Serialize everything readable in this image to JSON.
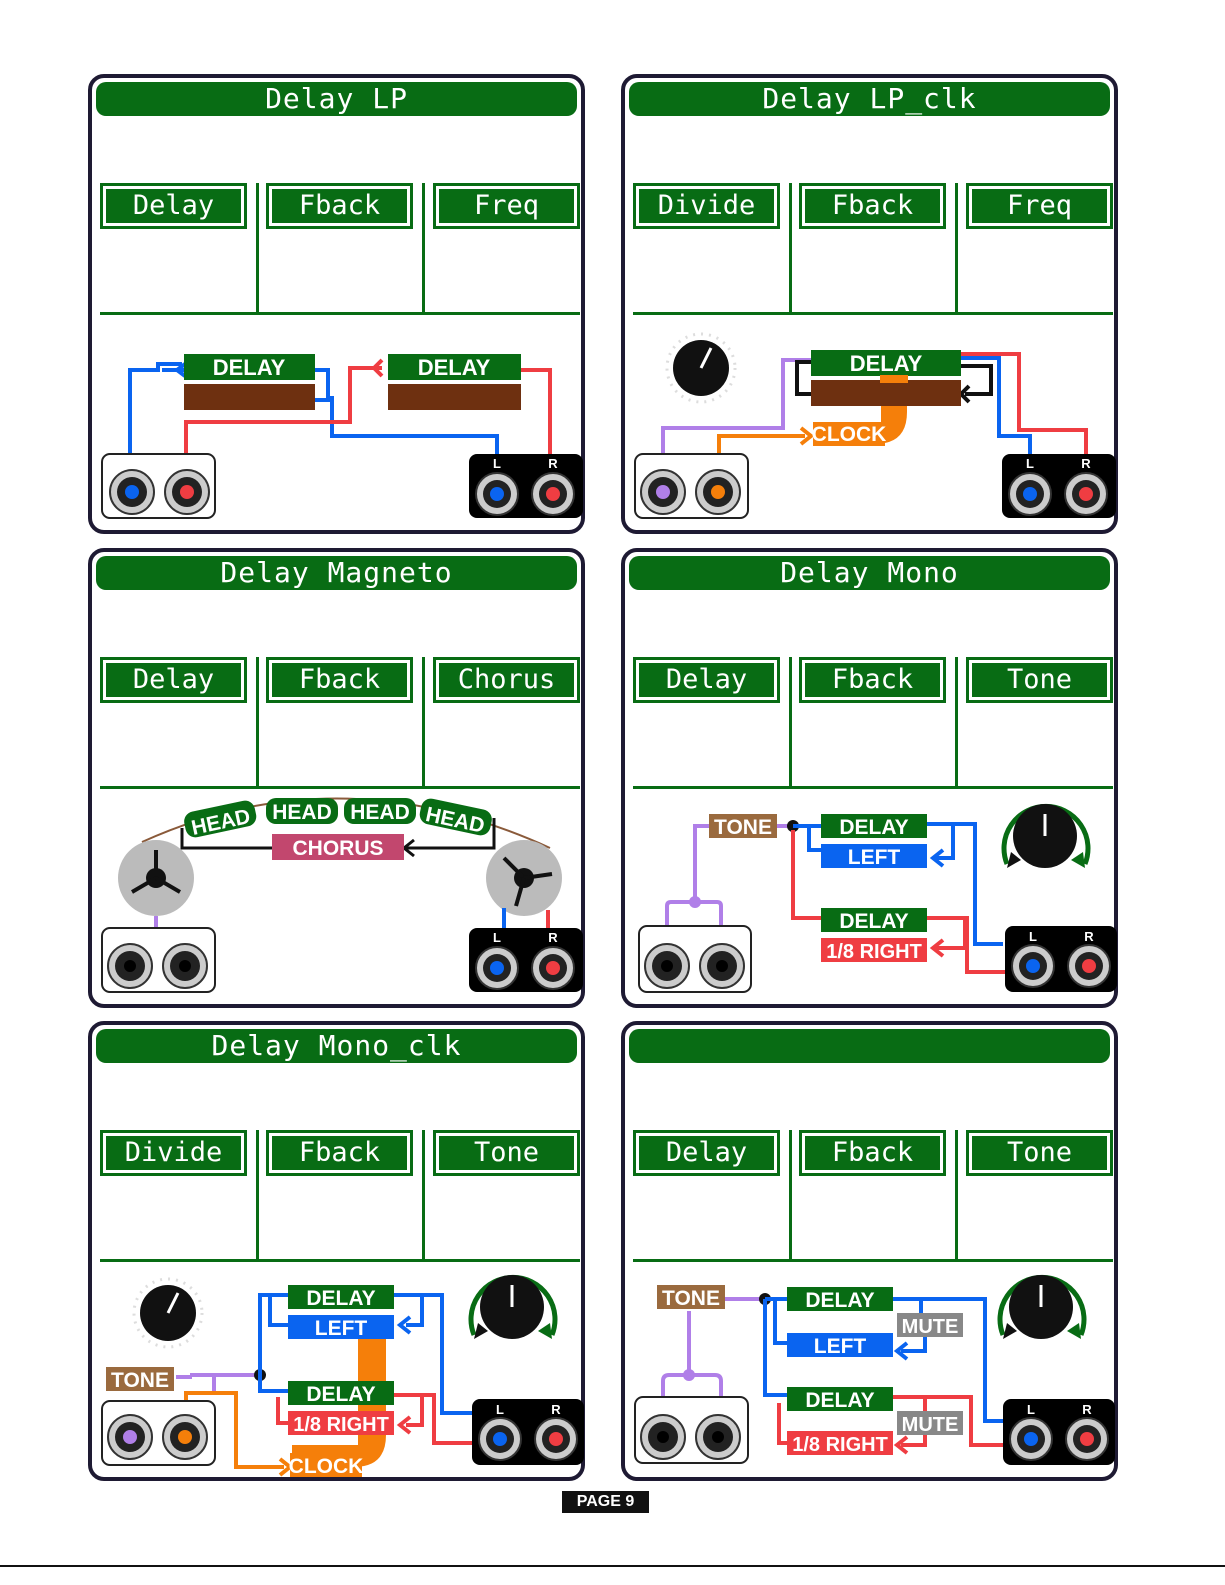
{
  "cards": [
    {
      "title": "Delay LP",
      "params": [
        "Delay",
        "Fback",
        "Freq"
      ],
      "labels": {
        "block1": "DELAY",
        "block2": "DELAY"
      }
    },
    {
      "title": "Delay LP_clk",
      "params": [
        "Divide",
        "Fback",
        "Freq"
      ],
      "labels": {
        "block1": "DELAY",
        "clock": "CLOCK"
      }
    },
    {
      "title": "Delay Magneto",
      "params": [
        "Delay",
        "Fback",
        "Chorus"
      ],
      "labels": {
        "head1": "HEAD",
        "head2": "HEAD",
        "head3": "HEAD",
        "head4": "HEAD",
        "chorus": "CHORUS"
      }
    },
    {
      "title": "Delay Mono",
      "params": [
        "Delay",
        "Fback",
        "Tone"
      ],
      "labels": {
        "tone": "TONE",
        "delay1": "DELAY",
        "left": "LEFT",
        "delay2": "DELAY",
        "right": "1/8 RIGHT"
      }
    },
    {
      "title": "Delay Mono_clk",
      "params": [
        "Divide",
        "Fback",
        "Tone"
      ],
      "labels": {
        "tone": "TONE",
        "delay1": "DELAY",
        "left": "LEFT",
        "delay2": "DELAY",
        "right": "1/8 RIGHT",
        "clock": "CLOCK"
      }
    },
    {
      "title": "",
      "params": [
        "Delay",
        "Fback",
        "Tone"
      ],
      "labels": {
        "tone": "TONE",
        "delay1": "DELAY",
        "mute1": "MUTE",
        "left": "LEFT",
        "delay2": "DELAY",
        "mute2": "MUTE",
        "right": "1/8 RIGHT"
      }
    }
  ],
  "jack_labels": {
    "left": "L",
    "right": "R"
  },
  "footer": "PAGE 9",
  "colors": {
    "green": "#086c14",
    "blue": "#0a64f0",
    "red": "#ef3d42",
    "purple": "#b07fe8",
    "orange": "#f57f0a",
    "brown": "#6e3010",
    "tan": "#9a6a3e",
    "pink": "#c2476e",
    "gray": "#888888"
  }
}
